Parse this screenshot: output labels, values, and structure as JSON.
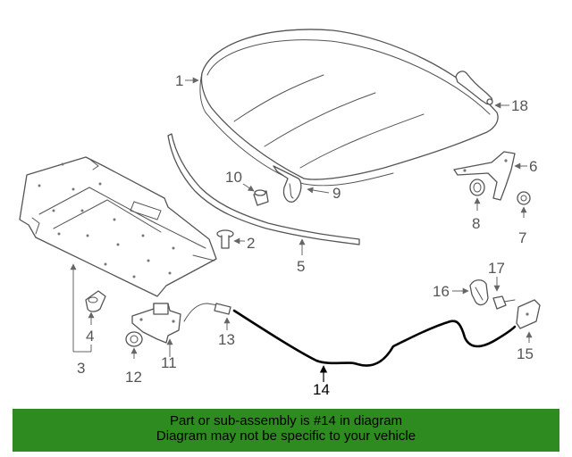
{
  "callouts": {
    "c1": "1",
    "c2": "2",
    "c3": "3",
    "c4": "4",
    "c5": "5",
    "c6": "6",
    "c7": "7",
    "c8": "8",
    "c9": "9",
    "c10": "10",
    "c11": "11",
    "c12": "12",
    "c13": "13",
    "c14": "14",
    "c15": "15",
    "c16": "16",
    "c17": "17",
    "c18": "18"
  },
  "highlight_color": "#000000",
  "banner": {
    "line1": "Part or sub-assembly is #14 in diagram",
    "line2": "Diagram may not be specific to your vehicle",
    "color": "#2e8b1f"
  }
}
